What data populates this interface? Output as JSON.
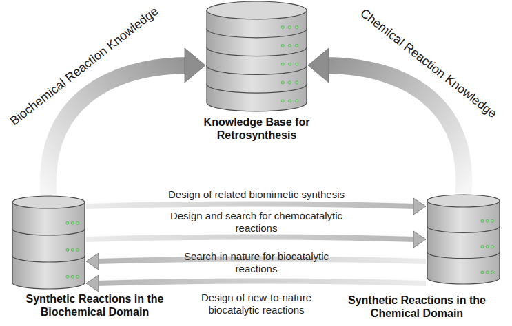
{
  "diagram": {
    "nodes": [
      {
        "text": [
          "Knowledge Base for Retrosynthesis"
        ]
      },
      {
        "text": [
          "Synthetic Reactions in the Biochemical Domain"
        ]
      },
      {
        "text": [
          "Synthetic Reactions in the Chemical Domain"
        ]
      }
    ],
    "edges": [
      {
        "from": 1,
        "to": 0,
        "arrow": "to",
        "label": "Biochemical Reaction Knowledge"
      },
      {
        "from": 2,
        "to": 0,
        "arrow": "to",
        "label": "Chemical Reaction Knowledge"
      },
      {
        "from": 1,
        "to": 2,
        "arrow": "to",
        "label": "Design of related biomimetic synthesis"
      },
      {
        "from": 1,
        "to": 2,
        "arrow": "to",
        "label": "Design and search for chemocatalytic reactions"
      },
      {
        "from": 2,
        "to": 1,
        "arrow": "to",
        "label": "Search in nature for biocatalytic reactions"
      },
      {
        "from": 2,
        "to": 1,
        "arrow": "to",
        "label": "Design of new-to-nature biocatalytic reactions"
      }
    ]
  }
}
